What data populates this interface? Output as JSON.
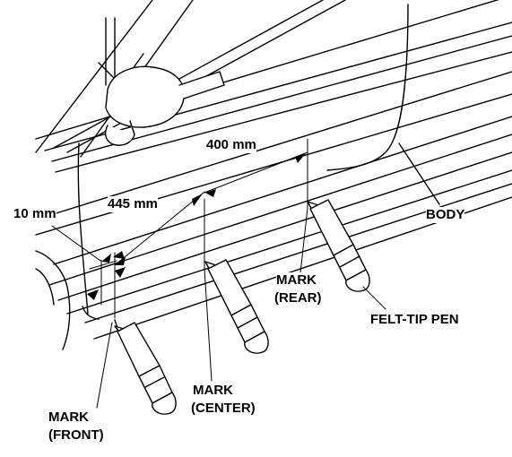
{
  "labels": {
    "dim_10": "10 mm",
    "dim_445": "445 mm",
    "dim_400": "400 mm",
    "body": "BODY",
    "felt_tip_pen": "FELT-TIP PEN",
    "mark_front_1": "MARK",
    "mark_front_2": "(FRONT)",
    "mark_center_1": "MARK",
    "mark_center_2": "(CENTER)",
    "mark_rear_1": "MARK",
    "mark_rear_2": "(REAR)"
  }
}
